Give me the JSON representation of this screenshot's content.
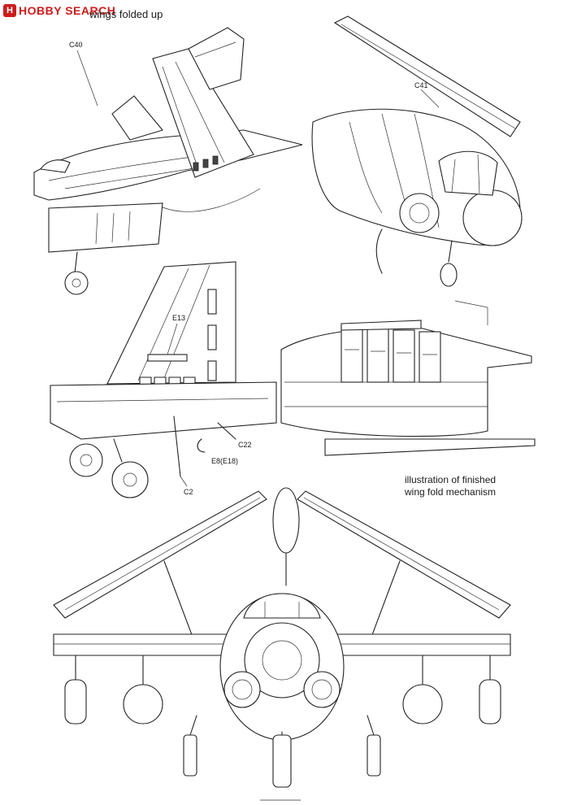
{
  "watermark": {
    "brand": "HOBBY SEARCH",
    "logo_letter": "H"
  },
  "labels": {
    "wings_folded_up": "wings folded up",
    "c40": "C40",
    "c41": "C41",
    "e13": "E13",
    "c22": "C22",
    "e8": "E8(E18)",
    "c2": "C2",
    "caption_line1": "illustration of finished",
    "caption_line2": "wing fold mechanism"
  },
  "colors": {
    "brand_red": "#cc1d1d",
    "ink": "#222222",
    "paper": "#ffffff"
  }
}
